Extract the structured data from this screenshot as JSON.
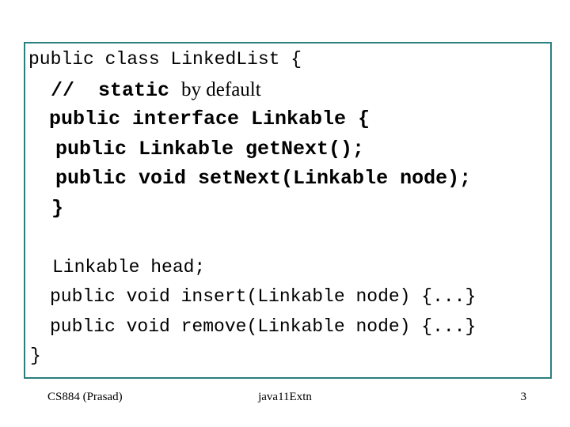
{
  "slide": {
    "background": "#ffffff",
    "border_color": "#2b7f80",
    "text_color": "#000000"
  },
  "code": {
    "lines": [
      {
        "segments": [
          {
            "text": "public class LinkedList {",
            "style": "mono"
          }
        ]
      },
      {
        "segments": [
          {
            "text": "//  static ",
            "style": "mono-bold"
          },
          {
            "text": "by default",
            "style": "serif"
          }
        ]
      },
      {
        "segments": [
          {
            "text": "public interface Linkable {",
            "style": "mono-bold"
          }
        ]
      },
      {
        "segments": [
          {
            "text": "public Linkable getNext();",
            "style": "mono-bold"
          }
        ]
      },
      {
        "segments": [
          {
            "text": "public void setNext(Linkable node);",
            "style": "mono-bold"
          }
        ]
      },
      {
        "segments": [
          {
            "text": "}",
            "style": "mono-bold"
          }
        ]
      },
      {
        "segments": []
      },
      {
        "segments": [
          {
            "text": "Linkable head;",
            "style": "mono"
          }
        ]
      },
      {
        "segments": [
          {
            "text": "public void insert(Linkable node) {...}",
            "style": "mono"
          }
        ]
      },
      {
        "segments": [
          {
            "text": "public void remove(Linkable node) {...}",
            "style": "mono"
          }
        ]
      },
      {
        "segments": [
          {
            "text": "}",
            "style": "mono"
          }
        ]
      }
    ]
  },
  "footer": {
    "course": "CS884 (Prasad)",
    "deck": "java11Extn",
    "page_number": "3"
  }
}
